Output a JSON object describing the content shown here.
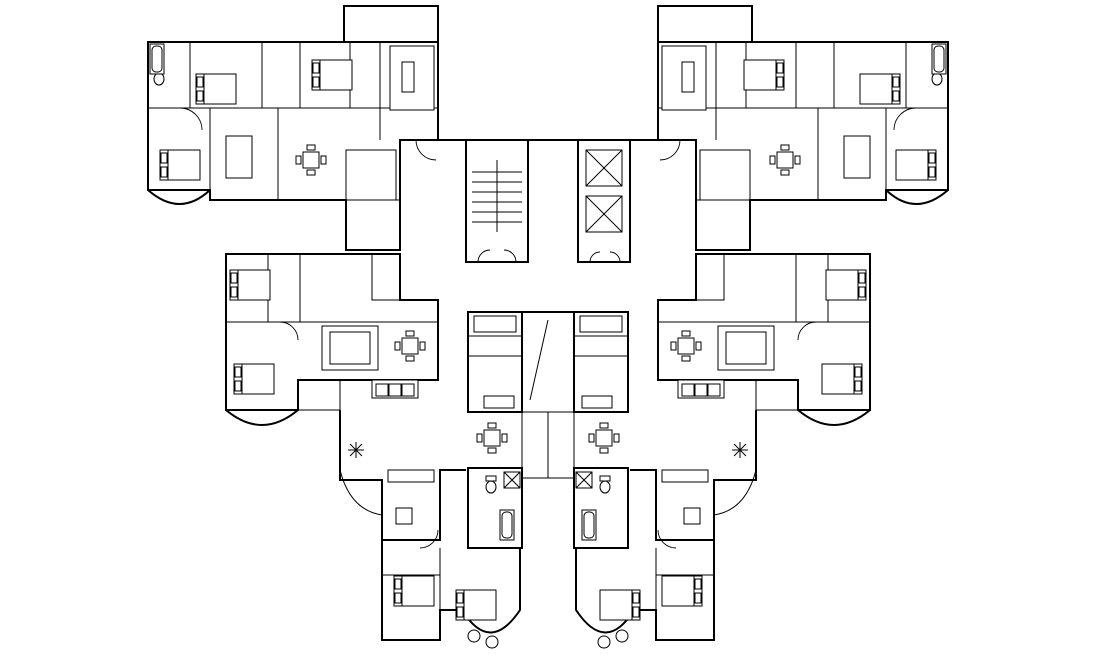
{
  "drawing": {
    "kind": "residential tower typical floor plan",
    "line_color": "#000000",
    "background": "#ffffff",
    "hatch_pattern": "grid",
    "units_visible": 8,
    "has_text_labels": false
  },
  "units": [
    {
      "id": "unit-top-left",
      "rooms": [
        "bedroom",
        "bedroom",
        "bathroom",
        "living-dining",
        "kitchen",
        "balcony"
      ]
    },
    {
      "id": "unit-top-right",
      "rooms": [
        "bedroom",
        "bedroom",
        "bathroom",
        "living-dining",
        "kitchen",
        "balcony"
      ]
    },
    {
      "id": "unit-mid-left",
      "rooms": [
        "bedroom",
        "bedroom",
        "bathroom",
        "living-dining",
        "kitchen",
        "balcony"
      ]
    },
    {
      "id": "unit-mid-right",
      "rooms": [
        "bedroom",
        "bedroom",
        "bathroom",
        "living-dining",
        "kitchen",
        "balcony"
      ]
    },
    {
      "id": "unit-bottom-left",
      "rooms": [
        "bedroom",
        "bedroom",
        "bathroom",
        "living-dining",
        "kitchen",
        "balcony"
      ]
    },
    {
      "id": "unit-bottom-right",
      "rooms": [
        "bedroom",
        "bedroom",
        "bathroom",
        "living-dining",
        "kitchen",
        "balcony"
      ]
    },
    {
      "id": "unit-center-left",
      "rooms": [
        "bedroom",
        "kitchen",
        "bathroom",
        "dining"
      ]
    },
    {
      "id": "unit-center-right",
      "rooms": [
        "bedroom",
        "kitchen",
        "bathroom",
        "dining"
      ]
    }
  ],
  "core": {
    "stair": "stair-core",
    "elevators": "elevator-shafts",
    "corridor": "central-corridor"
  },
  "icons": {
    "bed": "bed-icon",
    "table": "dining-table-icon",
    "sofa": "sofa-icon",
    "toilet": "toilet-icon",
    "tub": "bathtub-icon",
    "plant": "plant-icon",
    "elevator": "elevator-icon"
  }
}
